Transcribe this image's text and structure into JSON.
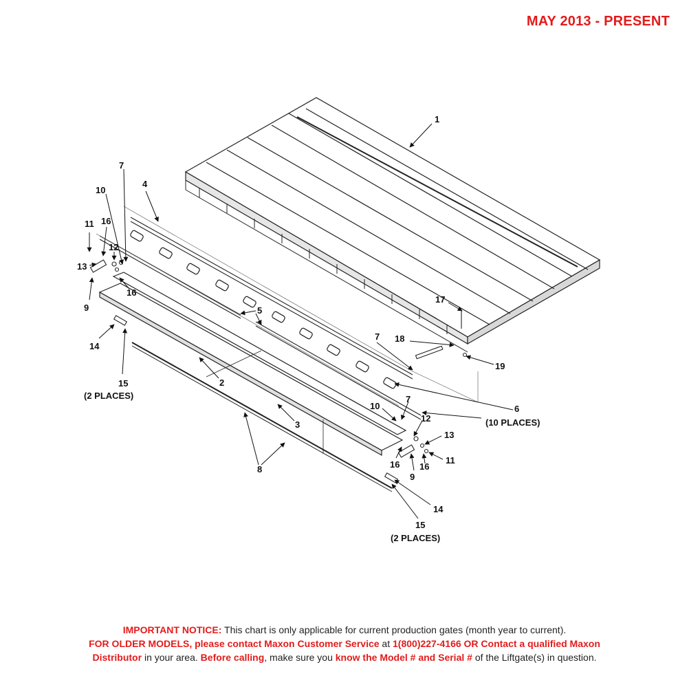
{
  "header": {
    "date_range": "MAY 2013 - PRESENT"
  },
  "callouts": {
    "c1": "1",
    "c2": "2",
    "c3": "3",
    "c4": "4",
    "c5": "5",
    "c6": "6",
    "c6_note": "(10 PLACES)",
    "c7a": "7",
    "c7b": "7",
    "c7c": "7",
    "c8": "8",
    "c9a": "9",
    "c9b": "9",
    "c10a": "10",
    "c10b": "10",
    "c11a": "11",
    "c11b": "11",
    "c12a": "12",
    "c12b": "12",
    "c13a": "13",
    "c13b": "13",
    "c14a": "14",
    "c14b": "14",
    "c15a": "15",
    "c15a_note": "(2 PLACES)",
    "c15b": "15",
    "c15b_note": "(2 PLACES)",
    "c16a": "16",
    "c16b": "16",
    "c16c": "16",
    "c16d": "16",
    "c17": "17",
    "c18": "18",
    "c19": "19"
  },
  "notice": {
    "label": "IMPORTANT NOTICE:",
    "text1": " This chart is only applicable for current production gates (month year to current).",
    "older_models": "FOR OLDER MODELS, please contact Maxon Customer Service",
    "at": " at ",
    "phone": "1(800)227-4166 OR Contact a qualified Maxon",
    "distributor": "Distributor",
    "in_area": " in your area. ",
    "before_calling": "Before calling",
    "make_sure": ", make sure you ",
    "know": "know the Model # and Serial #",
    "of_lift": " of the Liftgate(s) in question."
  },
  "colors": {
    "accent_red": "#e31b1b",
    "line": "#222222"
  }
}
